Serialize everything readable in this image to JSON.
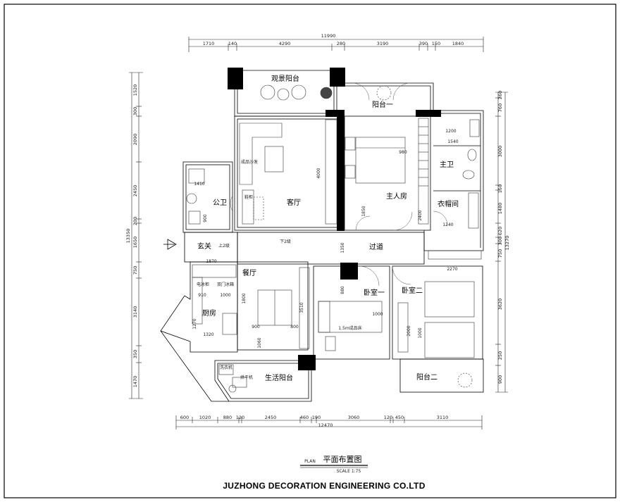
{
  "rooms": {
    "balcony_view": "观景阳台",
    "balcony_one": "阳台一",
    "living": "客厅",
    "sofa": "成品沙发",
    "master_bedroom": "主人房",
    "master_bath": "主卫",
    "cloakroom": "衣帽间",
    "public_bath": "公卫",
    "entrance": "玄关",
    "step_up": "上2级",
    "step_down": "下2级",
    "corridor": "过道",
    "dining": "餐厅",
    "fridge": "电冰柜",
    "double_door_fridge": "双门冰箱",
    "kitchen": "厨房",
    "bedroom_one": "卧室一",
    "bed_label": "1.5m成品床",
    "bedroom_two": "卧室二",
    "balcony_two": "阳台二",
    "washer": "洗衣机",
    "dryer": "烘干机",
    "utility_balcony": "生活阳台",
    "shoe_cabinet": "鞋柜"
  },
  "dimensions": {
    "top_total": "11990",
    "top_segments": [
      "1710",
      "140",
      "4290",
      "280",
      "3190",
      "390",
      "150",
      "1840"
    ],
    "bottom_total": "12470",
    "bottom_segments": [
      "600",
      "1020",
      "880",
      "120",
      "2450",
      "460",
      "190",
      "3060",
      "120",
      "450",
      "3110"
    ],
    "left_total": "13350",
    "left_segments": [
      "1520",
      "300",
      "2090",
      "2450",
      "200",
      "1650",
      "750",
      "3140",
      "350",
      "1470"
    ],
    "right_total": "13270",
    "right_segments": [
      "260",
      "760",
      "3000",
      "150",
      "1480",
      "620",
      "300",
      "750",
      "3620",
      "250",
      "900"
    ],
    "interior": {
      "d1410": "1410",
      "d900a": "900",
      "d1200": "1200",
      "d1540": "1540",
      "d980": "980",
      "d4000": "4000",
      "d1850": "1850",
      "d2400": "2400",
      "d1240": "1240",
      "d1870": "1870",
      "d1350": "1350",
      "d2270": "2270",
      "d910": "910",
      "d1000a": "1000",
      "d1800": "1800",
      "d3510": "3510",
      "d900b": "900",
      "d800": "800",
      "d1270": "1270",
      "d1320": "1320",
      "d1060": "1060",
      "d1000b": "1000",
      "d2000": "2000",
      "d1000c": "1000",
      "d880": "880"
    }
  },
  "title": {
    "plan_en": "PLAN",
    "plan_cn": "平面布置图",
    "scale": "SCALE 1:75"
  },
  "company": "JUZHONG DECORATION ENGINEERING  CO.LTD"
}
